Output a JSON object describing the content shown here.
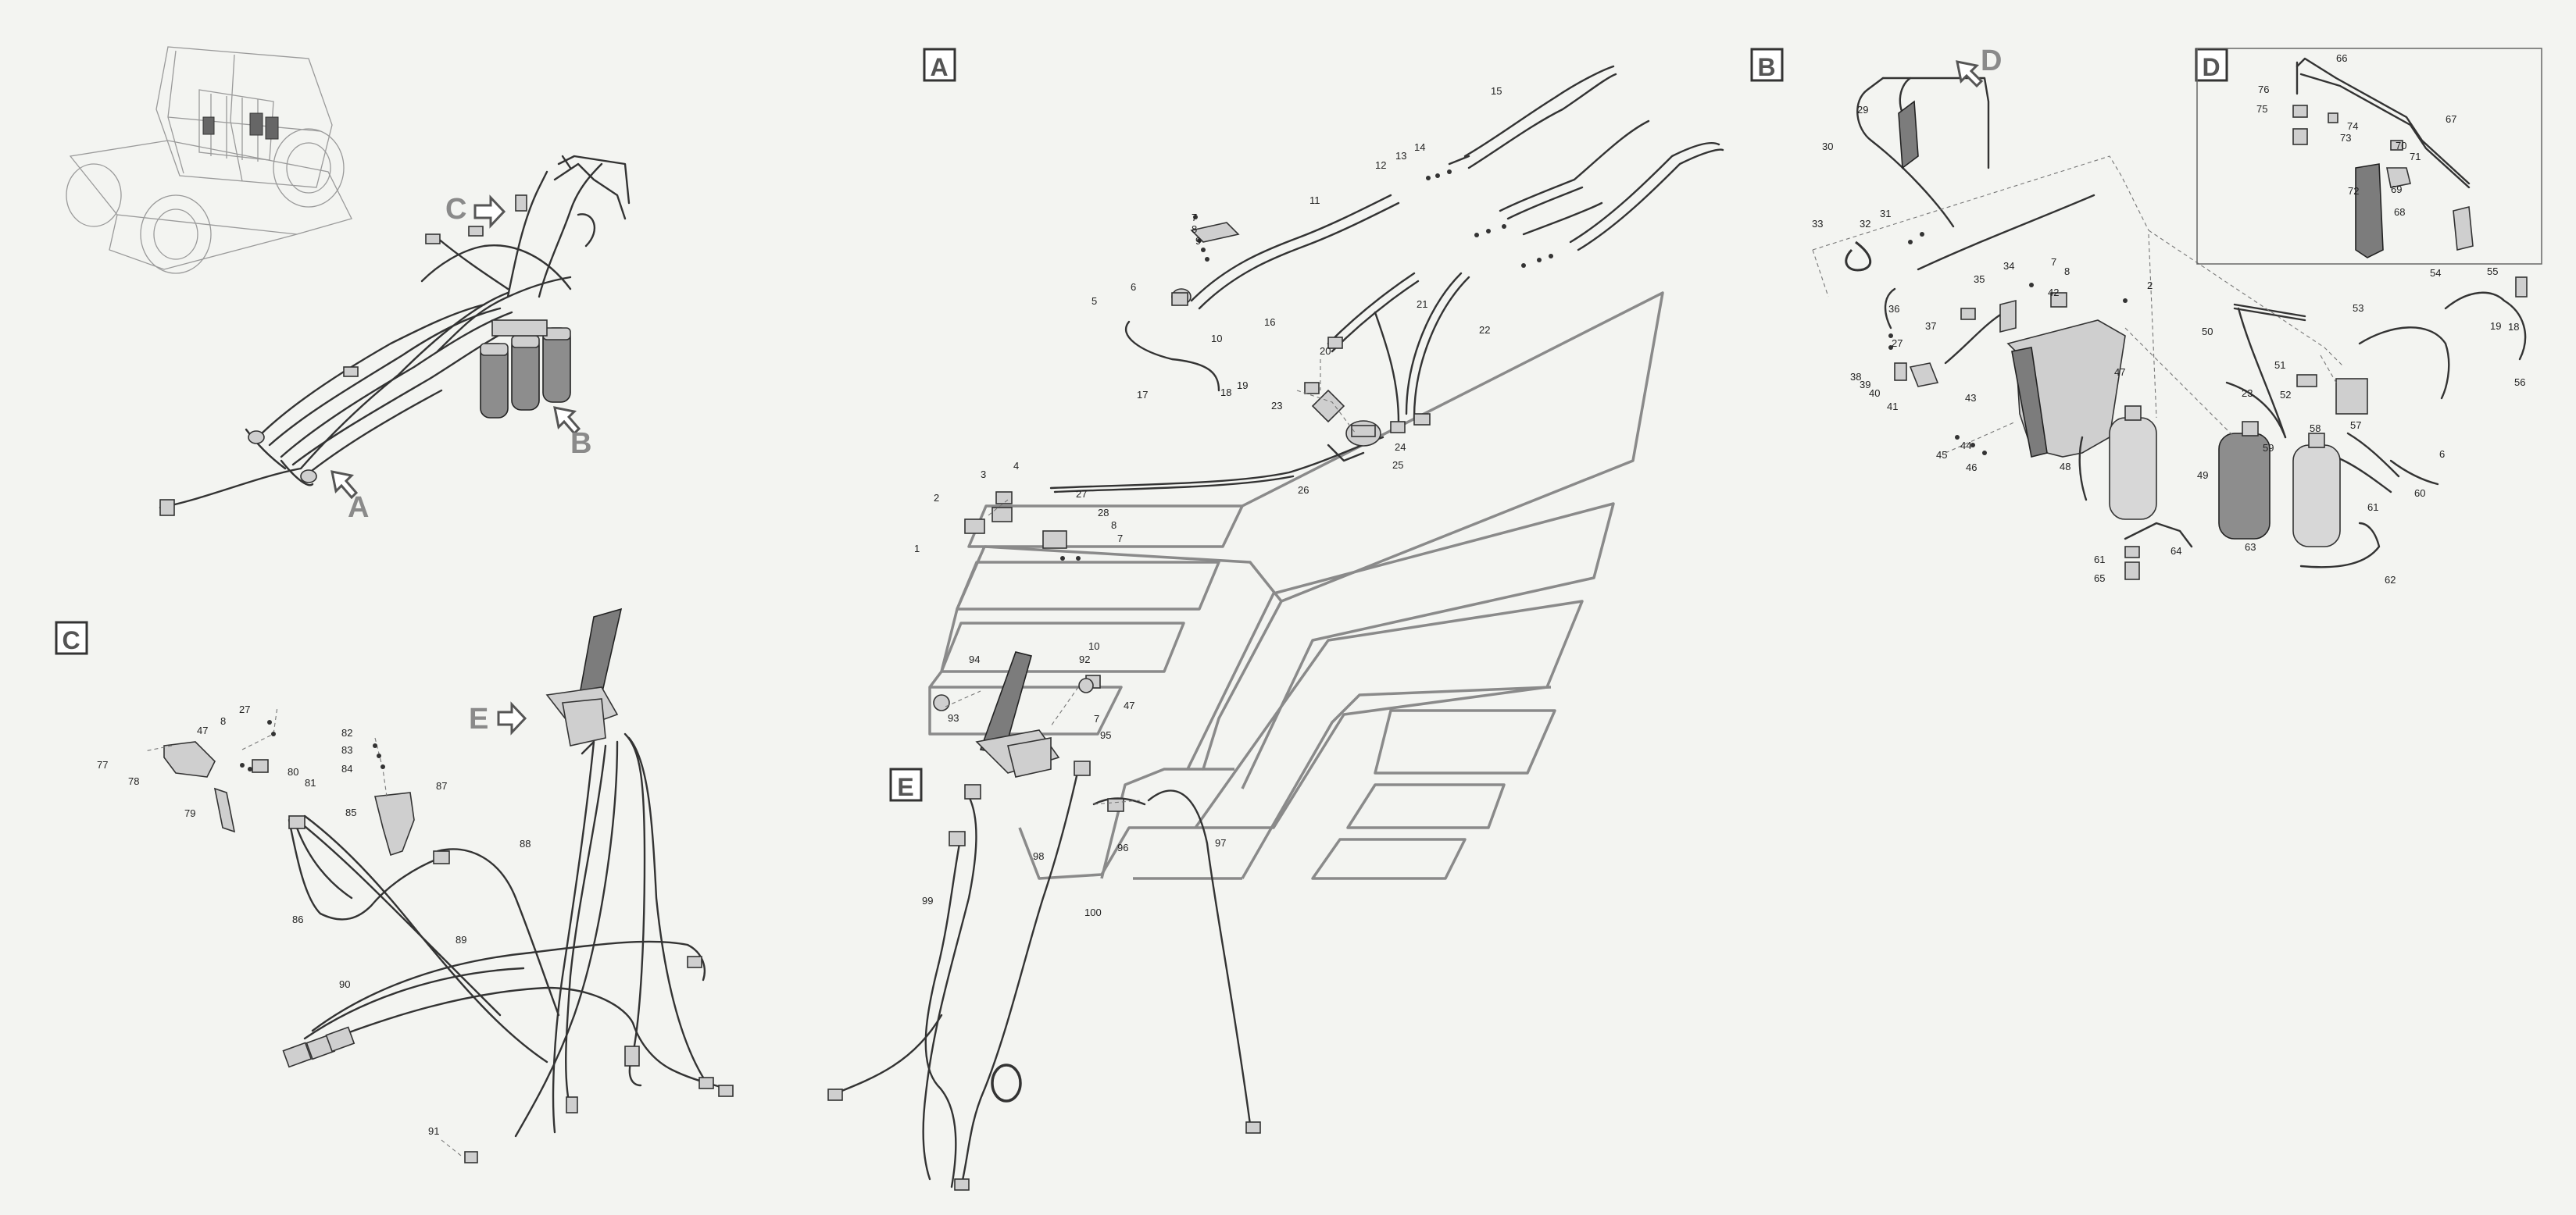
{
  "sections": {
    "A": "A",
    "B": "B",
    "C": "C",
    "D": "D",
    "E": "E"
  },
  "overview_callouts": {
    "A": "A",
    "B": "B",
    "C": "C",
    "D": "D",
    "E": "E"
  },
  "labels": {
    "A": [
      "1",
      "2",
      "3",
      "4",
      "5",
      "6",
      "7",
      "8",
      "9",
      "10",
      "11",
      "12",
      "13",
      "14",
      "15",
      "16",
      "17",
      "18",
      "19",
      "20",
      "21",
      "22",
      "23",
      "24",
      "25",
      "26",
      "27",
      "28",
      "8",
      "7",
      "10",
      "92",
      "93",
      "94",
      "47",
      "7",
      "95",
      "96",
      "97",
      "98",
      "99",
      "100"
    ],
    "B": [
      "29",
      "30",
      "31",
      "32",
      "33",
      "34",
      "35",
      "7",
      "8",
      "2",
      "36",
      "37",
      "27",
      "38",
      "39",
      "40",
      "41",
      "42",
      "43",
      "44",
      "45",
      "46",
      "47",
      "48",
      "49",
      "50",
      "51",
      "52",
      "23",
      "59",
      "58",
      "57",
      "53",
      "54",
      "55",
      "19",
      "18",
      "56",
      "6",
      "60",
      "61",
      "62",
      "63",
      "64",
      "61",
      "65"
    ],
    "C": [
      "27",
      "8",
      "47",
      "77",
      "78",
      "79",
      "80",
      "81",
      "82",
      "83",
      "84",
      "85",
      "86",
      "87",
      "88",
      "89",
      "90",
      "91"
    ],
    "D": [
      "66",
      "67",
      "76",
      "75",
      "74",
      "73",
      "70",
      "71",
      "72",
      "69",
      "68"
    ]
  },
  "colors": {
    "background": "#f3f4f1",
    "lines": "#333333",
    "outline_gray": "#8a8a8a"
  }
}
